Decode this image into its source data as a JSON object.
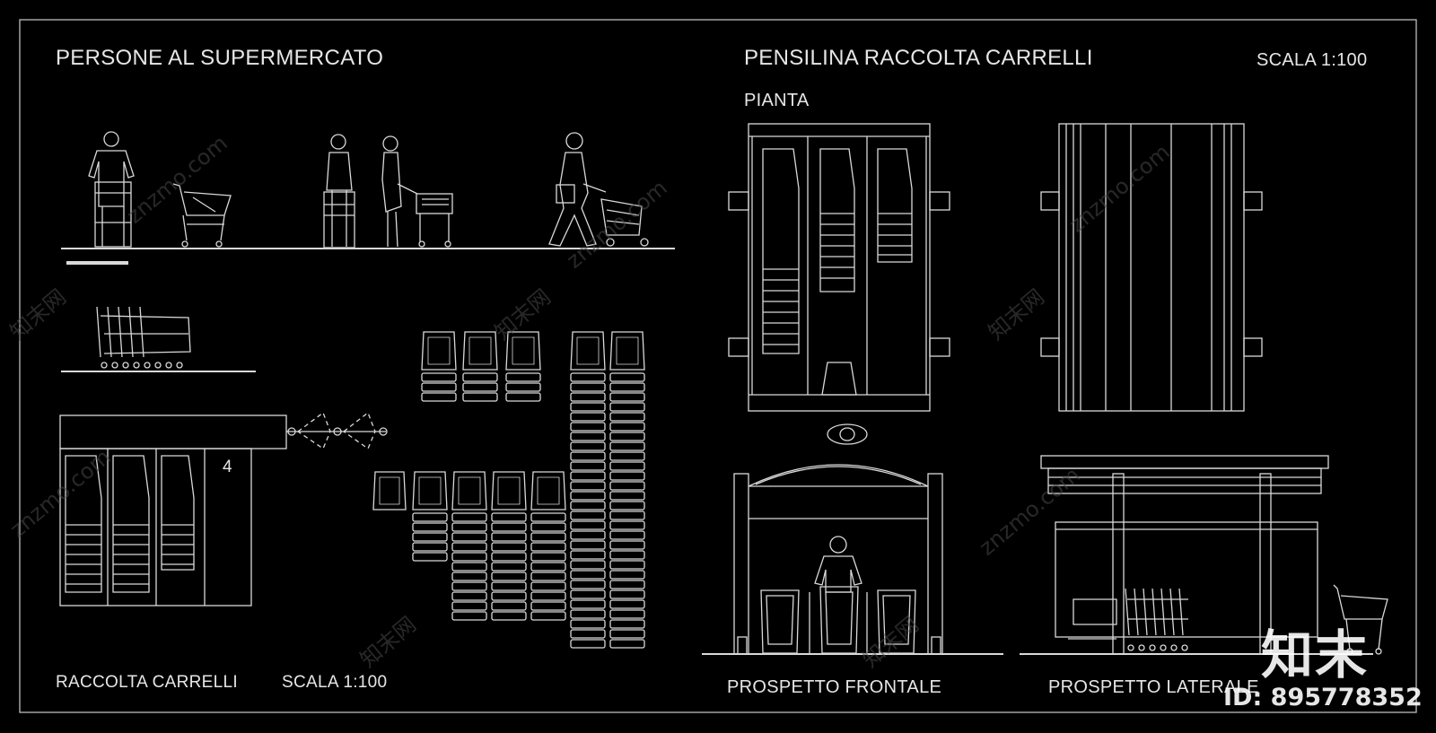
{
  "sheet": {
    "title_left": "PERSONE AL SUPERMERCATO",
    "title_right": "PENSILINA RACCOLTA CARRELLI",
    "scale_right": "SCALA 1:100",
    "pianta": "PIANTA",
    "raccolta_label": "RACCOLTA  CARRELLI",
    "raccolta_scale": "SCALA  1:100",
    "bay_number": "4",
    "prospetto_frontale": "PROSPETTO FRONTALE",
    "prospetto_laterale": "PROSPETTO LATERALE"
  },
  "watermark": {
    "logo": "知末",
    "id": "ID: 895778352",
    "site": "znzmo.com",
    "site_cn": "知末网"
  },
  "colors": {
    "background": "#000000",
    "line": "#d9d9d9",
    "text": "#e6e6e6"
  }
}
